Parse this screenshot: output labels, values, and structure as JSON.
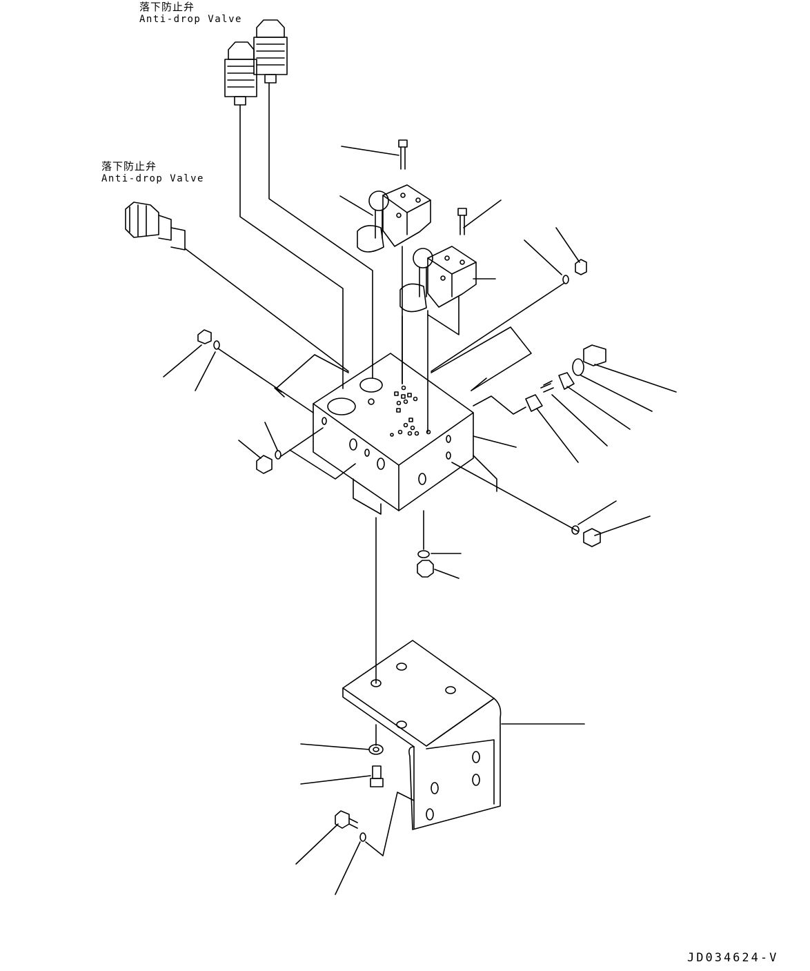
{
  "labels": {
    "valve_top": {
      "jp": "落下防止弁",
      "en": "Anti-drop Valve"
    },
    "valve_left": {
      "jp": "落下防止弁",
      "en": "Anti-drop Valve"
    }
  },
  "drawing_id": "JD034624-V",
  "colors": {
    "line": "#000000",
    "background": "#ffffff"
  }
}
